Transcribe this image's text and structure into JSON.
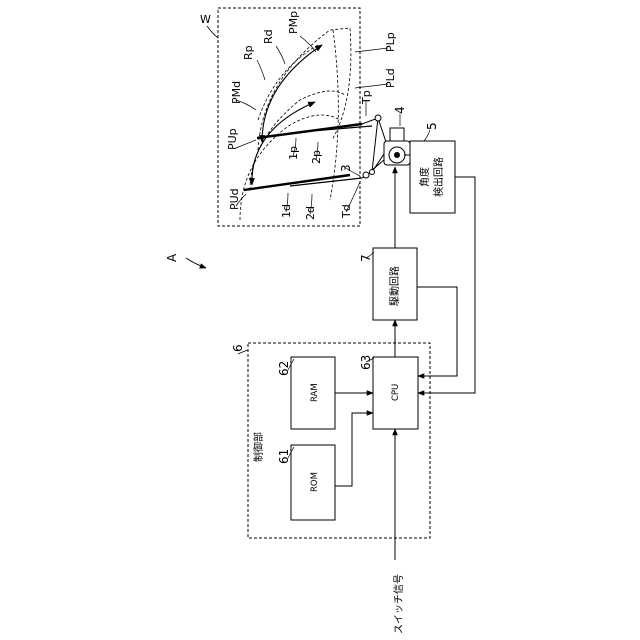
{
  "figure": {
    "system_label": "A",
    "window_label": "W",
    "controller": {
      "ref": "6",
      "title": "制御部",
      "rom": {
        "ref": "61",
        "label": "ROM"
      },
      "ram": {
        "ref": "62",
        "label": "RAM"
      },
      "cpu": {
        "ref": "63",
        "label": "CPU"
      }
    },
    "drive": {
      "ref": "7",
      "label": "駆動回路"
    },
    "angle": {
      "ref": "5",
      "label_line1": "角度",
      "label_line2": "検出回路"
    },
    "switch_signal": "スイッチ信号",
    "motor_ref": "4",
    "mechanism_ref": "3",
    "wiper": {
      "Rp": "Rp",
      "Rd": "Rd",
      "PMp": "PMp",
      "PLp": "PLp",
      "PLd": "PLd",
      "PMd": "PMd",
      "Tp": "Tp",
      "PUp": "PUp",
      "1p": "1p",
      "2p": "2p",
      "PUd": "PUd",
      "1d": "1d",
      "2d": "2d",
      "Td": "Td"
    }
  }
}
